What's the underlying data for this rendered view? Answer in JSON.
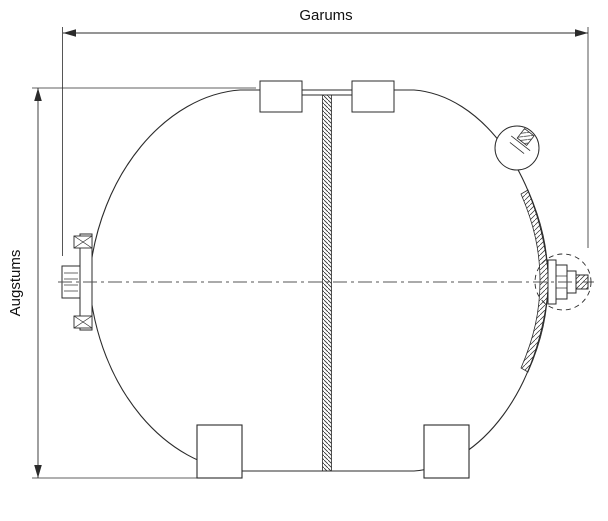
{
  "diagram": {
    "kind": "technical-line-drawing",
    "subject": "horizontal-pressure-tank-side-view",
    "labels": {
      "length": "Garums",
      "height": "Augstums"
    },
    "colors": {
      "line": "#2b2b2b",
      "centerline": "#555555",
      "background": "#ffffff"
    },
    "parts": [
      "tank-shell",
      "center-weld-seam",
      "lifting-bracket",
      "air-valve",
      "wall-mount-flange",
      "water-connection-port",
      "detail-callout-circle",
      "foot-left",
      "foot-right",
      "horizontal-centerline",
      "length-dimension",
      "height-dimension"
    ]
  }
}
